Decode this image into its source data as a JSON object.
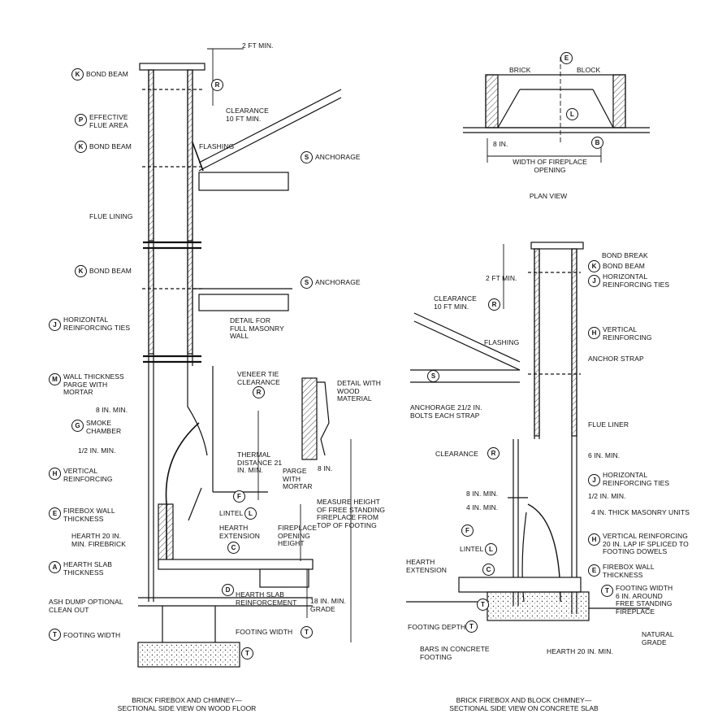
{
  "left_labels": {
    "bond_beam_top": {
      "tag": "K",
      "text": "BOND BEAM"
    },
    "effective_flue": {
      "tag": "P",
      "text": "EFFECTIVE\nFLUE AREA"
    },
    "bond_beam_2": {
      "tag": "K",
      "text": "BOND BEAM"
    },
    "flue_lining": {
      "tag": "",
      "text": "FLUE LINING"
    },
    "bond_beam_3": {
      "tag": "K",
      "text": "BOND BEAM"
    },
    "horizontal_ties": {
      "tag": "J",
      "text": "HORIZONTAL\nREINFORCING TIES"
    },
    "wall_thickness": {
      "tag": "M",
      "text": "WALL THICKNESS\nPARGE WITH\nMORTAR"
    },
    "eight_in_min": {
      "tag": "",
      "text": "8 IN. MIN."
    },
    "smoke_chamber": {
      "tag": "G",
      "text": "SMOKE\nCHAMBER"
    },
    "half_in_min": {
      "tag": "",
      "text": "1/2 IN. MIN."
    },
    "vertical_reinforcing": {
      "tag": "H",
      "text": "VERTICAL\nREINFORCING"
    },
    "firebox_wall": {
      "tag": "E",
      "text": "FIREBOX WALL\nTHICKNESS"
    },
    "hearth_20": {
      "tag": "",
      "text": "HEARTH 20 IN.\nMIN. FIREBRICK"
    },
    "hearth_slab": {
      "tag": "A",
      "text": "HEARTH SLAB\nTHICKNESS"
    },
    "ash_dump": {
      "tag": "",
      "text": "ASH DUMP OPTIONAL\nCLEAN OUT"
    },
    "footing_width": {
      "tag": "T",
      "text": "FOOTING WIDTH"
    }
  },
  "left_side_labels": {
    "two_ft_min": "2 FT MIN.",
    "clearance": "CLEARANCE\n10 FT MIN.",
    "flashing": "FLASHING",
    "anchorage_1": {
      "tag": "S",
      "text": "ANCHORAGE"
    },
    "anchorage_2": {
      "tag": "S",
      "text": "ANCHORAGE"
    },
    "detail_full": "DETAIL FOR\nFULL MASONRY\nWALL",
    "veneer_tie": "VENEER TIE\nCLEARANCE",
    "detail_wood": "DETAIL WITH\nWOOD\nMATERIAL",
    "thermal": "THERMAL\nDISTANCE 21\nIN. MIN.",
    "parge": "PARGE\nWITH\nMORTAR",
    "eight_in": "8 IN.",
    "lintel": "LINTEL",
    "hearth_ext": "HEARTH\nEXTENSION",
    "measure_height": "MEASURE HEIGHT\nOF FREE STANDING\nFIREPLACE FROM\nTOP OF FOOTING",
    "fireplace_height": "FIREPLACE\nOPENING\nHEIGHT",
    "hearth_slab_reinf": "HEARTH SLAB\nREINFORCEMENT",
    "eighteen_in": "18 IN. MIN.\nGRADE",
    "footing_width_r": "FOOTING WIDTH"
  },
  "plan_view": {
    "brick": "BRICK",
    "block": "BLOCK",
    "eight_in": "8 IN.",
    "width_opening": "WIDTH OF FIREPLACE\nOPENING",
    "title": "PLAN VIEW"
  },
  "right_labels": {
    "bond_break": "BOND BREAK",
    "bond_beam": {
      "tag": "K",
      "text": "BOND BEAM"
    },
    "horizontal_ties_top": {
      "tag": "J",
      "text": "HORIZONTAL\nREINFORCING TIES"
    },
    "vertical_reinforcing": {
      "tag": "H",
      "text": "VERTICAL\nREINFORCING"
    },
    "anchor_strap": "ANCHOR STRAP",
    "flue_liner": "FLUE LINER",
    "six_in_min": "6 IN. MIN.",
    "horizontal_ties_2": {
      "tag": "J",
      "text": "HORIZONTAL\nREINFORCING TIES"
    },
    "half_in_min": "1/2 IN. MIN.",
    "four_in_masonry": "4 IN. THICK MASONRY UNITS",
    "vertical_lap": {
      "tag": "H",
      "text": "VERTICAL REINFORCING\n20 IN. LAP IF SPLICED TO\nFOOTING DOWELS"
    },
    "firebox_wall": {
      "tag": "E",
      "text": "FIREBOX WALL\nTHICKNESS"
    },
    "footing_width": {
      "tag": "T",
      "text": "FOOTING WIDTH\n6 IN. AROUND\nFREE STANDING\nFIREPLACE"
    },
    "natural_grade": "NATURAL\nGRADE"
  },
  "right_side_labels": {
    "two_ft_min": "2 FT MIN.",
    "clearance": "CLEARANCE\n10 FT MIN.",
    "flashing": "FLASHING",
    "anchorage": "ANCHORAGE 21/2 IN.\nBOLTS EACH STRAP",
    "clearance_b": "CLEARANCE",
    "eight_in_min": "8 IN. MIN.",
    "four_in_min": "4 IN. MIN.",
    "lintel": "LINTEL",
    "hearth_ext": "HEARTH\nEXTENSION",
    "footing_depth": "FOOTING DEPTH",
    "bars": "BARS IN CONCRETE\nFOOTING",
    "hearth_20": "HEARTH 20 IN. MIN."
  },
  "captions": {
    "left": "BRICK FIREBOX AND CHIMNEY—\nSECTIONAL SIDE VIEW ON WOOD FLOOR",
    "right": "BRICK FIREBOX AND BLOCK CHIMNEY—\nSECTIONAL SIDE VIEW ON CONCRETE SLAB"
  }
}
